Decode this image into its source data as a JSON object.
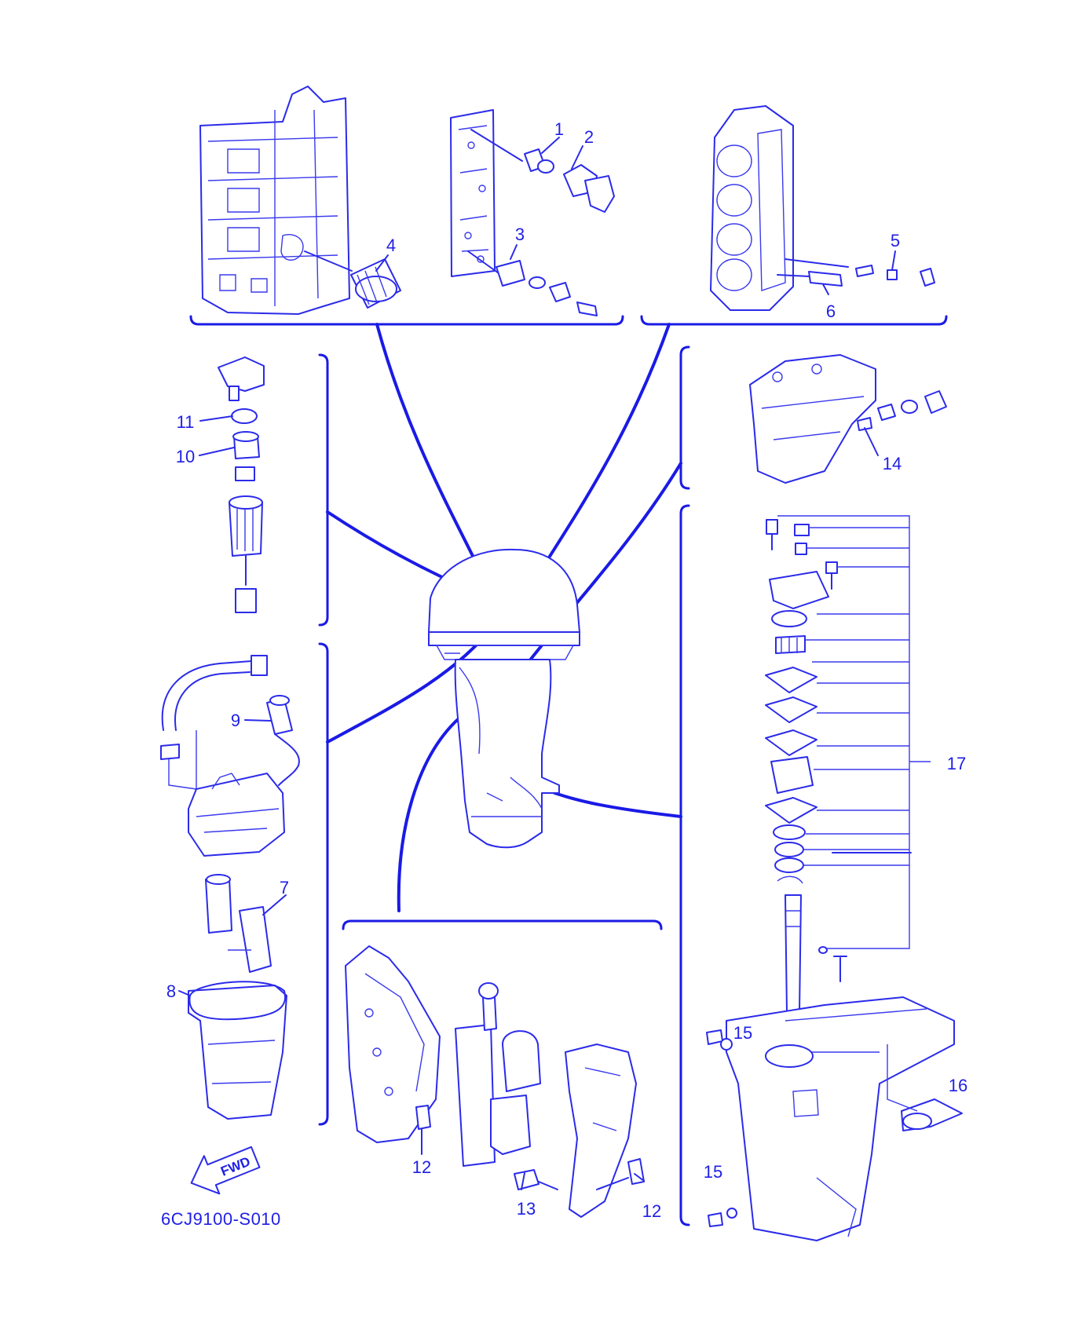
{
  "diagram": {
    "code": "6CJ9100-S010",
    "fwd_label": "FWD",
    "callouts": [
      {
        "id": "c1",
        "text": "1"
      },
      {
        "id": "c2",
        "text": "2"
      },
      {
        "id": "c3",
        "text": "3"
      },
      {
        "id": "c4",
        "text": "4"
      },
      {
        "id": "c5",
        "text": "5"
      },
      {
        "id": "c6",
        "text": "6"
      },
      {
        "id": "c7",
        "text": "7"
      },
      {
        "id": "c8",
        "text": "8"
      },
      {
        "id": "c9",
        "text": "9"
      },
      {
        "id": "c10",
        "text": "10"
      },
      {
        "id": "c11",
        "text": "11"
      },
      {
        "id": "c12a",
        "text": "12"
      },
      {
        "id": "c12b",
        "text": "12"
      },
      {
        "id": "c13",
        "text": "13"
      },
      {
        "id": "c14",
        "text": "14"
      },
      {
        "id": "c15a",
        "text": "15"
      },
      {
        "id": "c15b",
        "text": "15"
      },
      {
        "id": "c16",
        "text": "16"
      },
      {
        "id": "c17",
        "text": "17"
      }
    ],
    "colors": {
      "line": "#2b2bea",
      "background": "#ffffff"
    }
  }
}
